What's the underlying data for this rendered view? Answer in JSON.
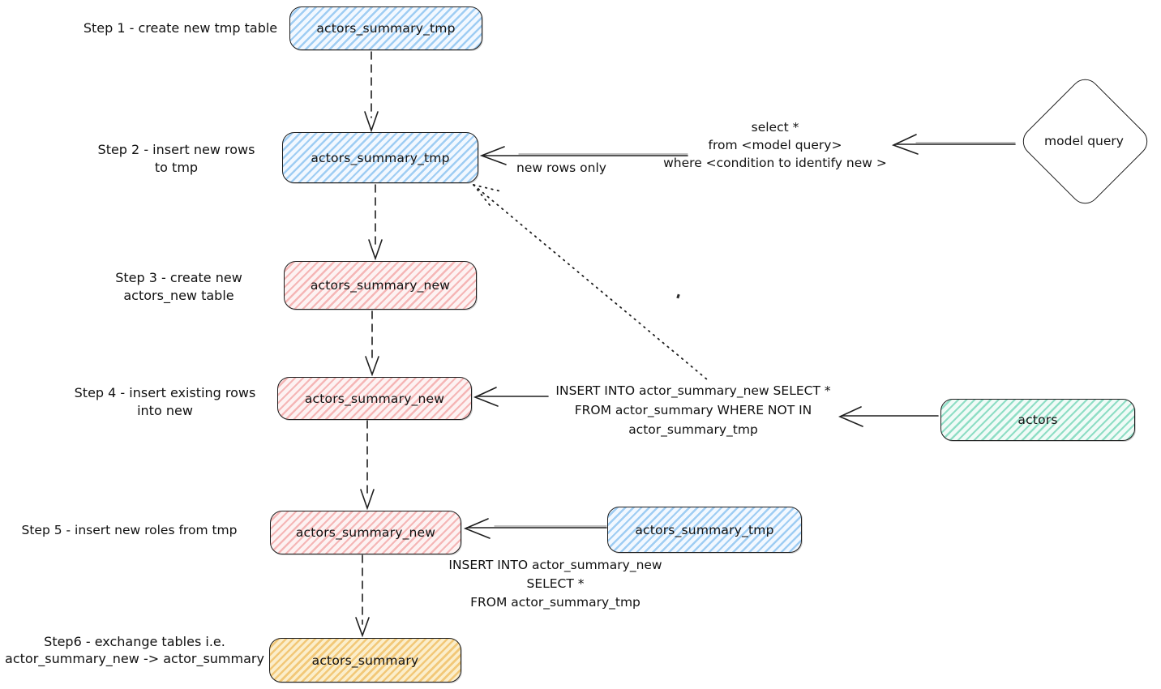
{
  "colors": {
    "stroke": "#1c1c1c",
    "blue_hatch": "#9fcdf3",
    "pink_hatch": "#f5b6b6",
    "green_hatch": "#8fdec5",
    "yellow_hatch": "#f2c878"
  },
  "side_labels": {
    "step1": "Step 1 - create new tmp table",
    "step2": [
      "Step 2 - insert new rows",
      "to tmp"
    ],
    "step3": [
      "Step 3 - create new",
      "actors_new table"
    ],
    "step4": [
      "Step 4 - insert existing rows",
      "into new"
    ],
    "step5": "Step 5 - insert new roles from tmp",
    "step6": [
      "Step6 - exchange tables i.e.",
      "actor_summary_new -> actor_summary"
    ]
  },
  "nodes": {
    "step1_box": "actors_summary_tmp",
    "step2_box": "actors_summary_tmp",
    "step3_box": "actors_summary_new",
    "step4_box": "actors_summary_new",
    "step5_box": "actors_summary_new",
    "step5_source_box": "actors_summary_tmp",
    "step6_box": "actors_summary",
    "actors_box": "actors",
    "model_query": "model query"
  },
  "annotations": {
    "new_rows_only": "new rows only",
    "model_query_sql": [
      "select *",
      "from <model query>",
      "where <condition to identify new >"
    ],
    "step4_sql": [
      "INSERT INTO actor_summary_new SELECT *",
      "FROM actor_summary WHERE NOT IN",
      "actor_summary_tmp"
    ],
    "step5_sql": [
      "INSERT INTO actor_summary_new",
      "SELECT *",
      "FROM actor_summary_tmp"
    ]
  }
}
